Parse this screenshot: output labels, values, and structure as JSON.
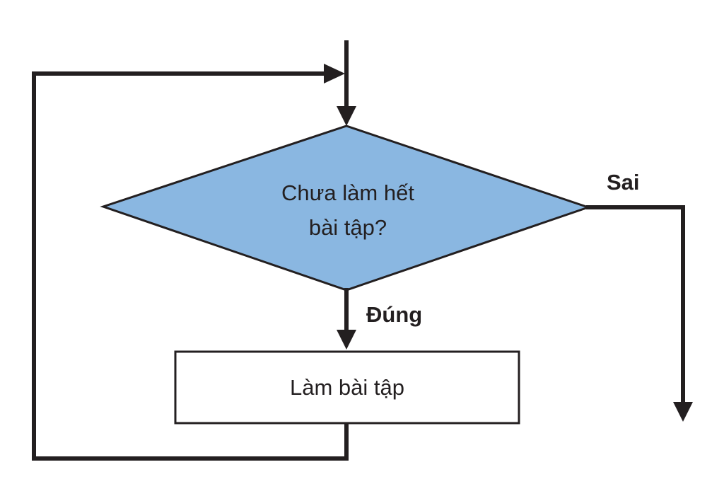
{
  "diagram": {
    "decision": {
      "line1": "Chưa làm hết",
      "line2": "bài tập?"
    },
    "process": {
      "label": "Làm bài tập"
    },
    "edges": {
      "true_label": "Đúng",
      "false_label": "Sai"
    }
  },
  "colors": {
    "decision_fill": "#8ab7e1",
    "stroke": "#231f20",
    "text": "#231f20",
    "process_fill": "#ffffff"
  }
}
